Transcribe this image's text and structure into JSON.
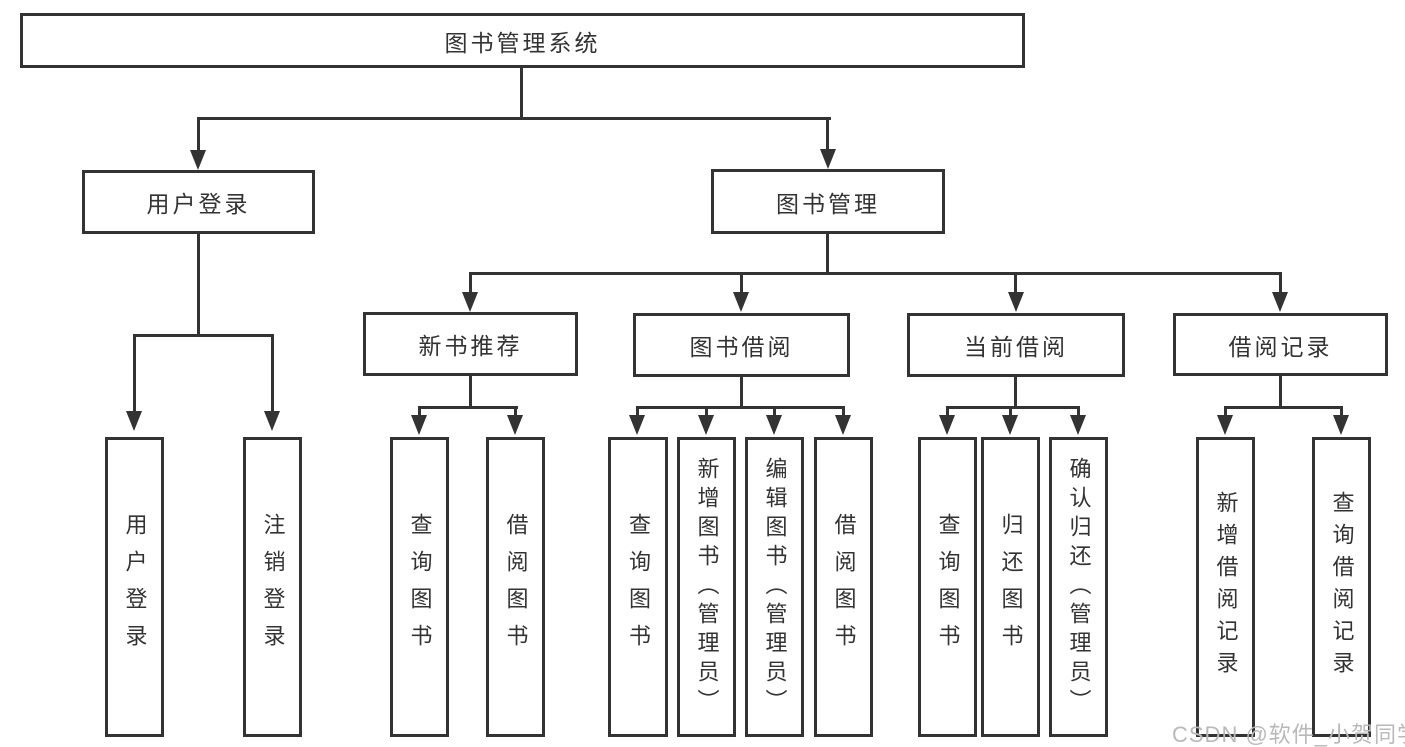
{
  "title": "图书管理系统",
  "level2": [
    {
      "label": "用户登录"
    },
    {
      "label": "图书管理"
    }
  ],
  "level3": [
    {
      "label": "新书推荐"
    },
    {
      "label": "图书借阅"
    },
    {
      "label": "当前借阅"
    },
    {
      "label": "借阅记录"
    }
  ],
  "leaves": [
    {
      "label": "用户登录"
    },
    {
      "label": "注销登录"
    },
    {
      "label": "查询图书"
    },
    {
      "label": "借阅图书"
    },
    {
      "label": "查询图书"
    },
    {
      "label": "新增图书（管理员）"
    },
    {
      "label": "编辑图书（管理员）"
    },
    {
      "label": "借阅图书"
    },
    {
      "label": "查询图书"
    },
    {
      "label": "归还图书"
    },
    {
      "label": "确认归还（管理员）"
    },
    {
      "label": "新增借阅记录"
    },
    {
      "label": "查询借阅记录"
    }
  ],
  "watermark": "CSDN @软件_小贺同学",
  "colors": {
    "line": "#333333",
    "text": "#333333",
    "watermark": "#b9b9b9",
    "background": "#ffffff"
  }
}
